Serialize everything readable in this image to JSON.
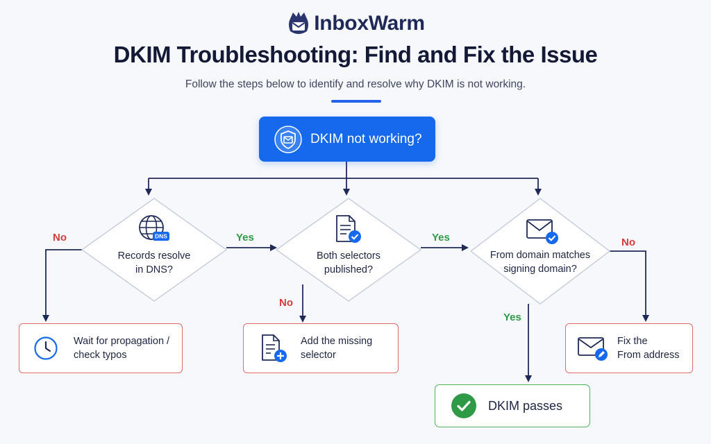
{
  "header": {
    "logo_text": "InboxWarm",
    "title": "DKIM Troubleshooting: Find and Fix the Issue",
    "subtitle": "Follow the steps below to identify and resolve why DKIM is not working."
  },
  "start": {
    "label": "DKIM not working?",
    "icon": "shield-mail-icon"
  },
  "decisions": [
    {
      "line1": "Records resolve",
      "line2": "in DNS?",
      "icon": "globe-dns-icon",
      "icon_badge": "DNS"
    },
    {
      "line1": "Both selectors",
      "line2": "published?",
      "icon": "document-check-icon"
    },
    {
      "line1": "From domain matches",
      "line2": "signing domain?",
      "icon": "mail-check-icon"
    }
  ],
  "branches": {
    "d1_no": "No",
    "d1_yes": "Yes",
    "d2_no": "No",
    "d2_yes": "Yes",
    "d3_no": "No",
    "d3_yes": "Yes"
  },
  "outcomes": [
    {
      "line1": "Wait for propagation /",
      "line2": "check typos",
      "icon": "clock-icon"
    },
    {
      "line1": "Add the missing",
      "line2": "selector",
      "icon": "document-add-icon"
    },
    {
      "line1": "Fix the",
      "line2": "From address",
      "icon": "mail-edit-icon"
    }
  ],
  "success": {
    "label": "DKIM passes",
    "icon": "check-circle-icon"
  },
  "colors": {
    "primary": "#1668ec",
    "navy": "#1f2957",
    "no": "#d63b3b",
    "yes": "#2f9a46",
    "fail_border": "#e26a6a",
    "pass_border": "#52b05e"
  }
}
